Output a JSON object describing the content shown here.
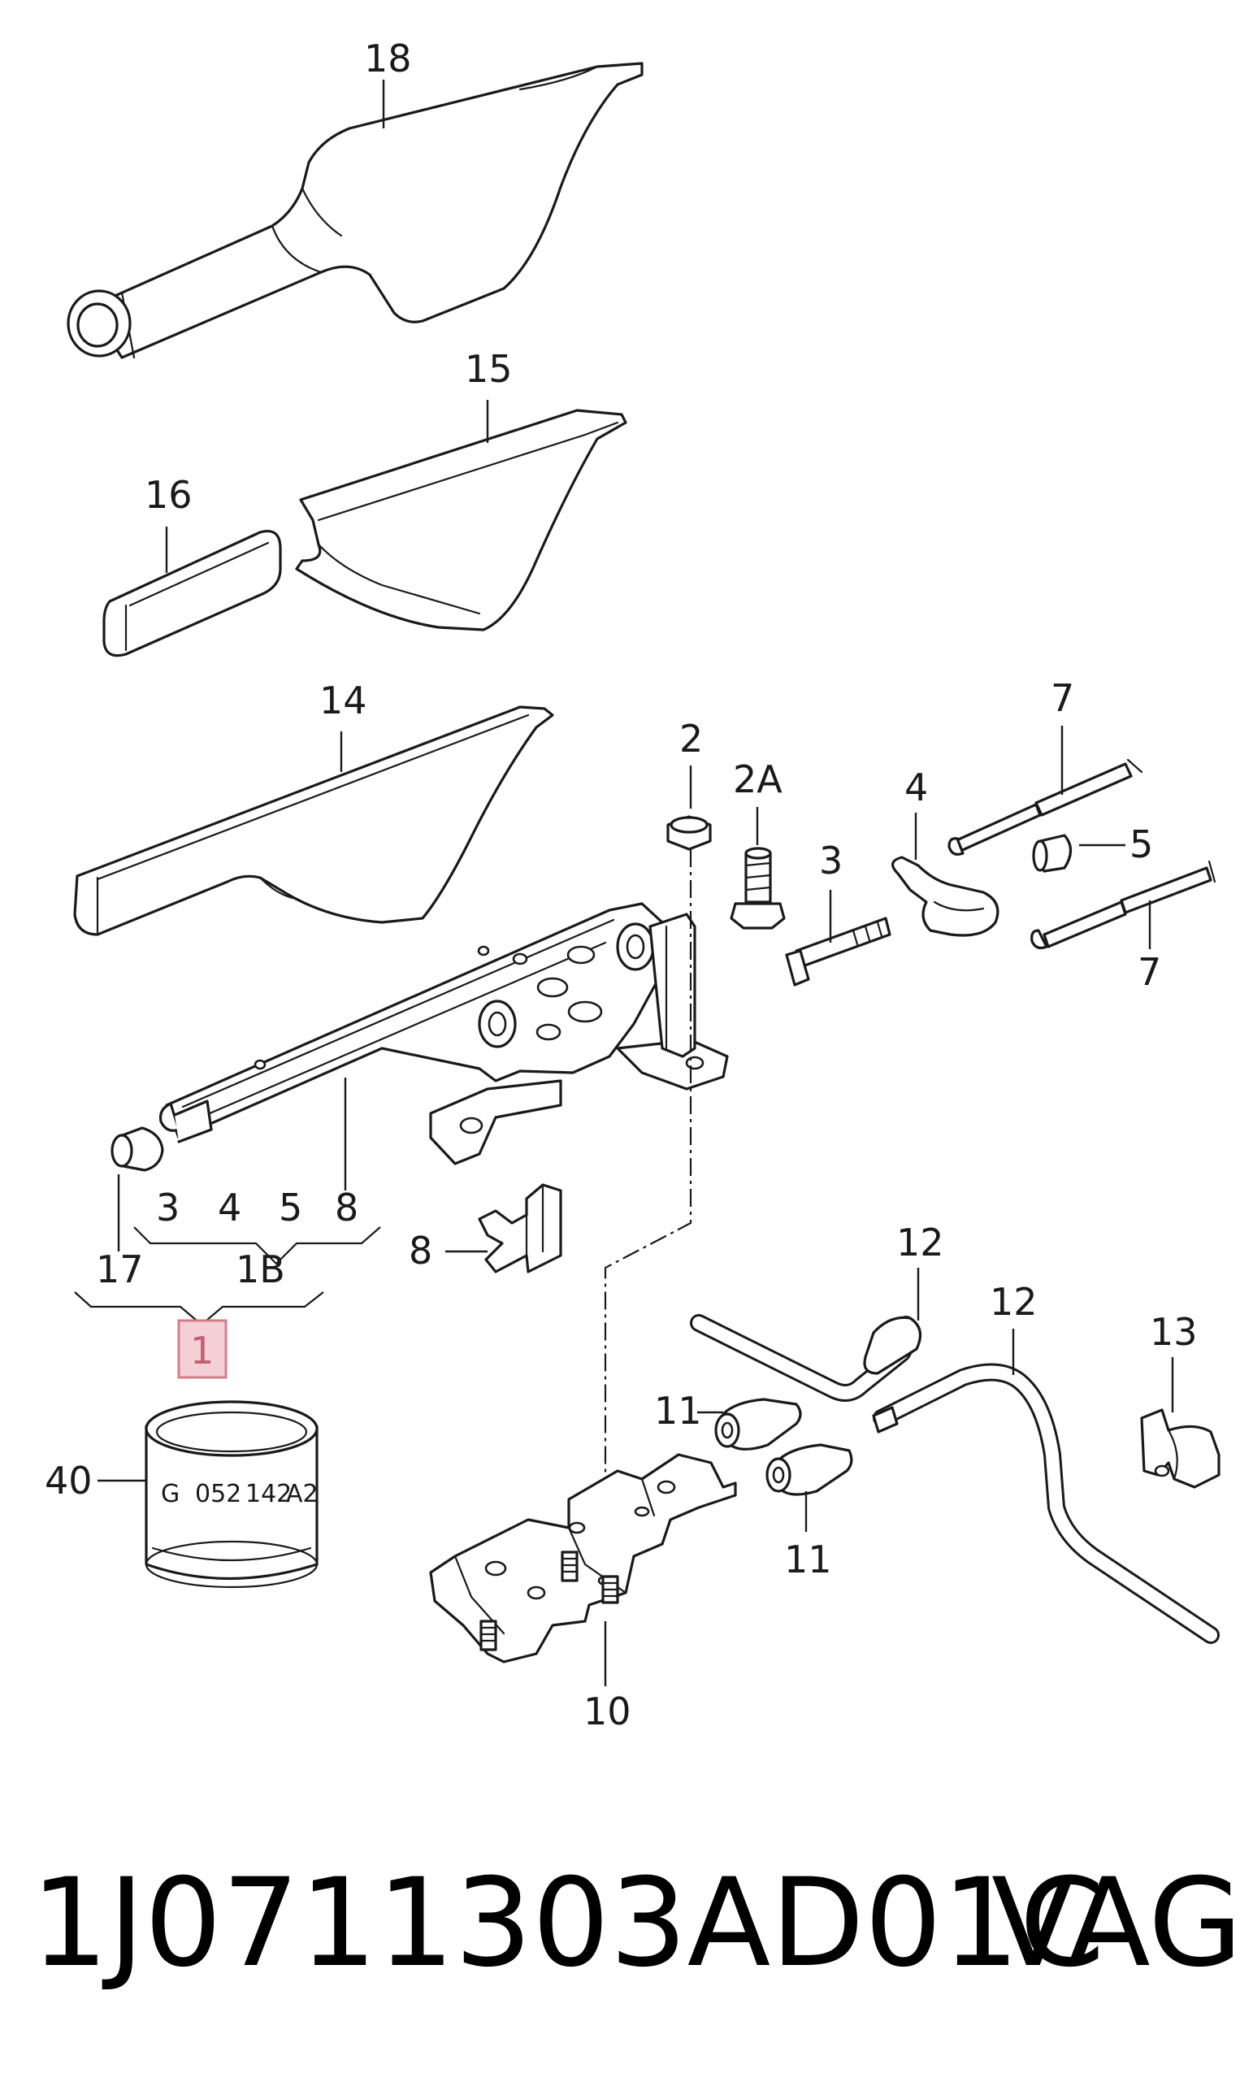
{
  "callouts": {
    "c18": "18",
    "c15": "15",
    "c16": "16",
    "c14": "14",
    "c2": "2",
    "c2a": "2A",
    "c3": "3",
    "c4": "4",
    "c5": "5",
    "c7a": "7",
    "c7b": "7",
    "c8": "8",
    "c8b": "8",
    "c17": "17",
    "c1b": "1B",
    "c1": "1",
    "c40": "40",
    "c10": "10",
    "c11a": "11",
    "c11b": "11",
    "c12a": "12",
    "c12b": "12",
    "c13": "13"
  },
  "group_1b": {
    "items": [
      "3",
      "4",
      "5",
      "8"
    ]
  },
  "bushing_stamp": {
    "g": "G",
    "p1": "052",
    "p2": "142",
    "p3": "A2"
  },
  "footer": {
    "part_number": "1J0711303AD01C",
    "brand": "VAG"
  },
  "colors": {
    "highlight_fill": "#f4d0d6",
    "highlight_stroke": "#d77b8a",
    "line": "#1a1a1a"
  }
}
